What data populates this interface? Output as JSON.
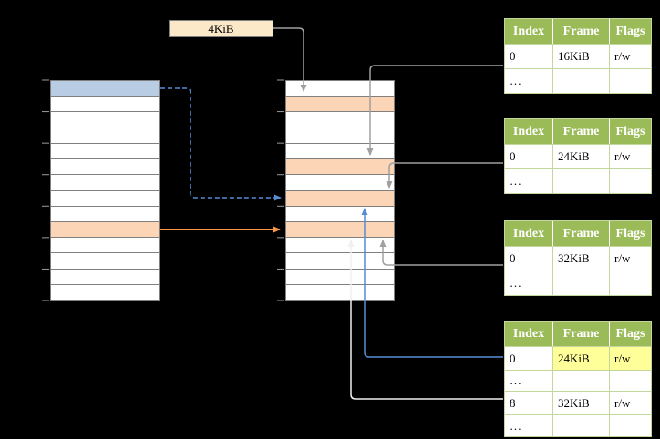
{
  "page_size_box": {
    "label": "4KiB"
  },
  "virtual_memory": {
    "rows": 14,
    "blue_rows": [
      0
    ],
    "orange_rows": [
      9
    ]
  },
  "physical_memory": {
    "rows": 14,
    "orange_rows": [
      1,
      5,
      7,
      9
    ]
  },
  "page_tables": [
    {
      "headers": [
        "Index",
        "Frame",
        "Flags"
      ],
      "rows": [
        {
          "index": "0",
          "frame": "16KiB",
          "flags": "r/w",
          "highlight": false
        },
        {
          "index": "…",
          "frame": "",
          "flags": "",
          "highlight": false
        }
      ]
    },
    {
      "headers": [
        "Index",
        "Frame",
        "Flags"
      ],
      "rows": [
        {
          "index": "0",
          "frame": "24KiB",
          "flags": "r/w",
          "highlight": false
        },
        {
          "index": "…",
          "frame": "",
          "flags": "",
          "highlight": false
        }
      ]
    },
    {
      "headers": [
        "Index",
        "Frame",
        "Flags"
      ],
      "rows": [
        {
          "index": "0",
          "frame": "32KiB",
          "flags": "r/w",
          "highlight": false
        },
        {
          "index": "…",
          "frame": "",
          "flags": "",
          "highlight": false
        }
      ]
    },
    {
      "headers": [
        "Index",
        "Frame",
        "Flags"
      ],
      "rows": [
        {
          "index": "0",
          "frame": "24KiB",
          "flags": "r/w",
          "highlight": true
        },
        {
          "index": "…",
          "frame": "",
          "flags": "",
          "highlight": false
        },
        {
          "index": "8",
          "frame": "32KiB",
          "flags": "r/w",
          "highlight": false
        },
        {
          "index": "…",
          "frame": "",
          "flags": "",
          "highlight": false
        }
      ]
    }
  ],
  "arrows": [
    {
      "id": "page-size-to-frame",
      "style": "solid",
      "color": "gray_arrow"
    },
    {
      "id": "virtual-page-translation",
      "style": "dashed",
      "color": "blue_arrow"
    },
    {
      "id": "virtual-orange-page-to-frame",
      "style": "solid",
      "color": "orange_arrow"
    },
    {
      "id": "table1-to-frame",
      "style": "solid",
      "color": "gray_arrow"
    },
    {
      "id": "table2-to-frame",
      "style": "solid",
      "color": "gray_arrow"
    },
    {
      "id": "table3-to-frame",
      "style": "solid",
      "color": "gray_arrow"
    },
    {
      "id": "level2-entry0-to-table",
      "style": "solid",
      "color": "blue_arrow"
    },
    {
      "id": "level2-entry8-to-table",
      "style": "solid",
      "color": "white_arrow"
    }
  ],
  "colors": {
    "background": "#000000",
    "header_green": "#9bbb59",
    "table_border": "#c3d69b",
    "highlight_yellow": "#ffff99",
    "blue_page": "#b8cce4",
    "orange_page": "#fbd5b5",
    "box_fill": "#fbe8c8",
    "column_border": "#7f7f7f",
    "gray_arrow": "#a0a0a0",
    "blue_arrow": "#558ed5",
    "orange_arrow": "#f79646",
    "white_arrow": "#f0f0f0",
    "tick": "#9d9d9d"
  }
}
